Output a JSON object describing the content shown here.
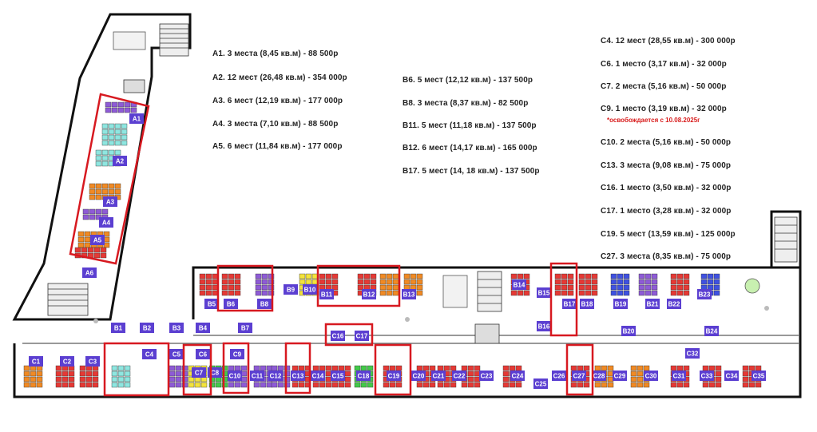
{
  "prices_left": [
    "А1. 3 места (8,45 кв.м) - 88 500р",
    "А2. 12 мест (26,48 кв.м) - 354 000р",
    "А3. 6 мест (12,19 кв.м) - 177 000р",
    "А4. 3 места (7,10 кв.м) - 88 500р",
    "А5. 6 мест (11,84 кв.м) - 177 000р"
  ],
  "prices_middle": [
    "В6. 5 мест (12,12 кв.м) - 137 500р",
    "В8. 3 места (8,37 кв.м) - 82 500р",
    "В11. 5 мест (11,18 кв.м) - 137 500р",
    "В12. 6 мест (14,17 кв.м) - 165 000р",
    "В17. 5 мест (14, 18 кв.м) - 137 500р"
  ],
  "prices_right": [
    "С4. 12 мест (28,55 кв.м) - 300 000р",
    "С6. 1 место (3,17 кв.м) - 32 000р",
    "С7. 2 места (5,16 кв.м) - 50 000р",
    "С9. 1 место (3,19 кв.м) - 32 000р",
    "С10. 2 места (5,16 кв.м) - 50 000р",
    "С13. 3 места (9,08 кв.м) - 75 000р",
    "С16. 1 место (3,50 кв.м) - 32 000р",
    "С17. 1 место (3,28 кв.м) - 32 000р",
    "С19. 5 мест (13,59 кв.м) - 125 000р",
    "С27. 3 места (8,35 кв.м) - 75 000р"
  ],
  "note_c9": "*освобождается с 10.08.2025г",
  "rooms_a": [
    "A1",
    "A2",
    "A3",
    "A4",
    "A5",
    "A6"
  ],
  "rooms_b": [
    "B1",
    "B2",
    "B3",
    "B4",
    "B5",
    "B6",
    "B7",
    "B8",
    "B9",
    "B10",
    "B11",
    "B12",
    "B13",
    "B14",
    "B15",
    "B16",
    "B17",
    "B18",
    "B19",
    "B20",
    "B21",
    "B22",
    "B23",
    "B24"
  ],
  "rooms_c": [
    "C1",
    "C2",
    "C3",
    "C4",
    "C5",
    "C6",
    "C7",
    "C8",
    "C9",
    "C10",
    "C11",
    "C12",
    "C13",
    "C14",
    "C15",
    "C16",
    "C17",
    "C18",
    "C19",
    "C20",
    "C21",
    "C22",
    "C23",
    "C24",
    "C25",
    "C26",
    "C27",
    "C28",
    "C29",
    "C30",
    "C31",
    "C32",
    "C33",
    "C34",
    "C35"
  ],
  "colors": {
    "highlight": "#d71920",
    "tag": "#5b3fd1",
    "desk_red": "#e53935",
    "desk_orange": "#f08a24",
    "desk_purple": "#8e5bd6",
    "desk_teal": "#8ee6e0",
    "desk_blue": "#3f51e0",
    "desk_green": "#43c94a",
    "desk_yellow": "#f3e33c"
  },
  "icons": [
    "stair-icon",
    "elevator-icon",
    "meeting-table-icon",
    "coffee-point-icon"
  ]
}
